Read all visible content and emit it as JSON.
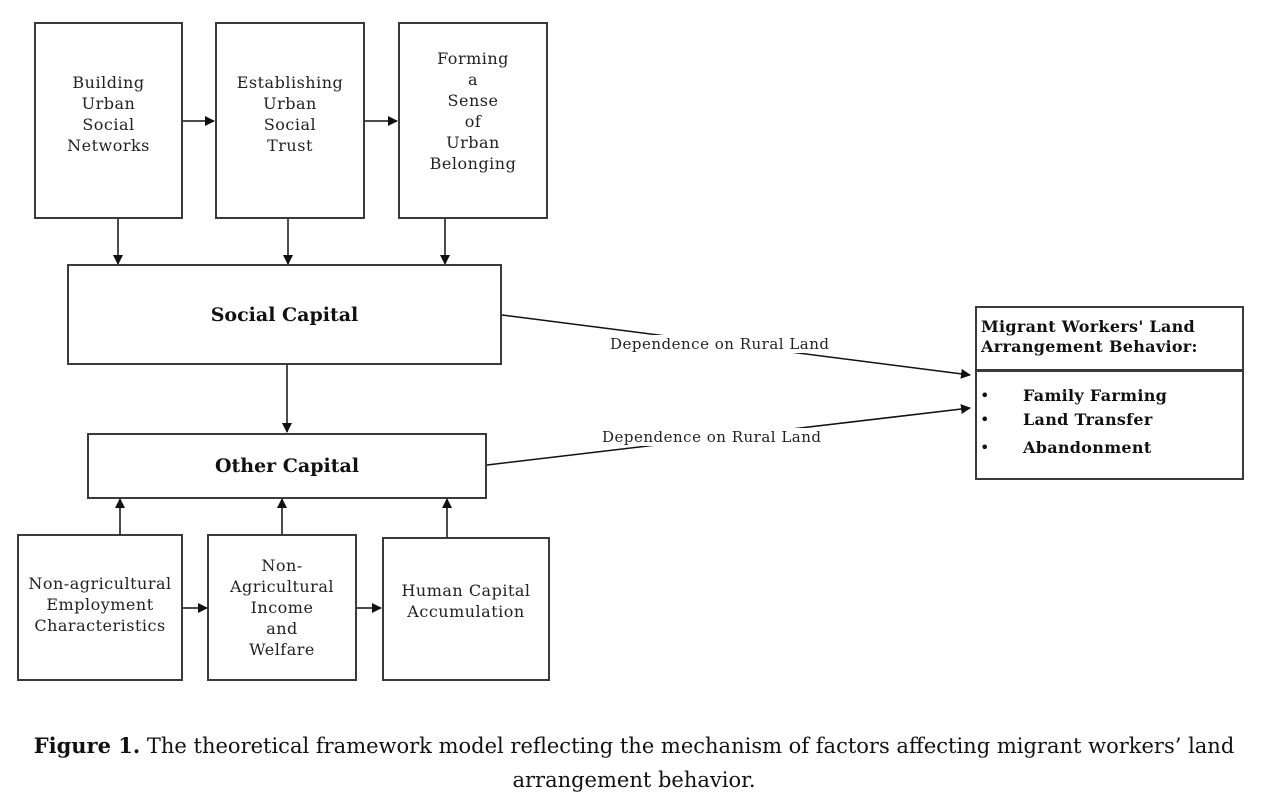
{
  "top_boxes": [
    {
      "label": "Building\nUrban\nSocial\nNetworks"
    },
    {
      "label": "Establishing\nUrban\nSocial\nTrust"
    },
    {
      "label": "Forming\na\nSense\nof\nUrban\nBelonging"
    }
  ],
  "social_capital": "Social Capital",
  "other_capital": "Other Capital",
  "bottom_boxes": [
    {
      "label": "Non-agricultural\nEmployment\nCharacteristics"
    },
    {
      "label": "Non-\nAgricultural\nIncome\nand\nWelfare"
    },
    {
      "label": "Human Capital\nAccumulation"
    }
  ],
  "edge_labels": {
    "social_to_outcome": "Dependence on Rural Land",
    "other_to_outcome": "Dependence on Rural Land"
  },
  "outcome": {
    "title": "Migrant Workers' Land\nArrangement Behavior:",
    "bullet_symbol": "•",
    "items": [
      "Family Farming",
      "Land Transfer",
      "Abandonment"
    ]
  },
  "caption": {
    "label": "Figure 1.",
    "text": " The theoretical framework model reflecting the mechanism of factors affecting migrant workers’ land arrangement behavior."
  }
}
